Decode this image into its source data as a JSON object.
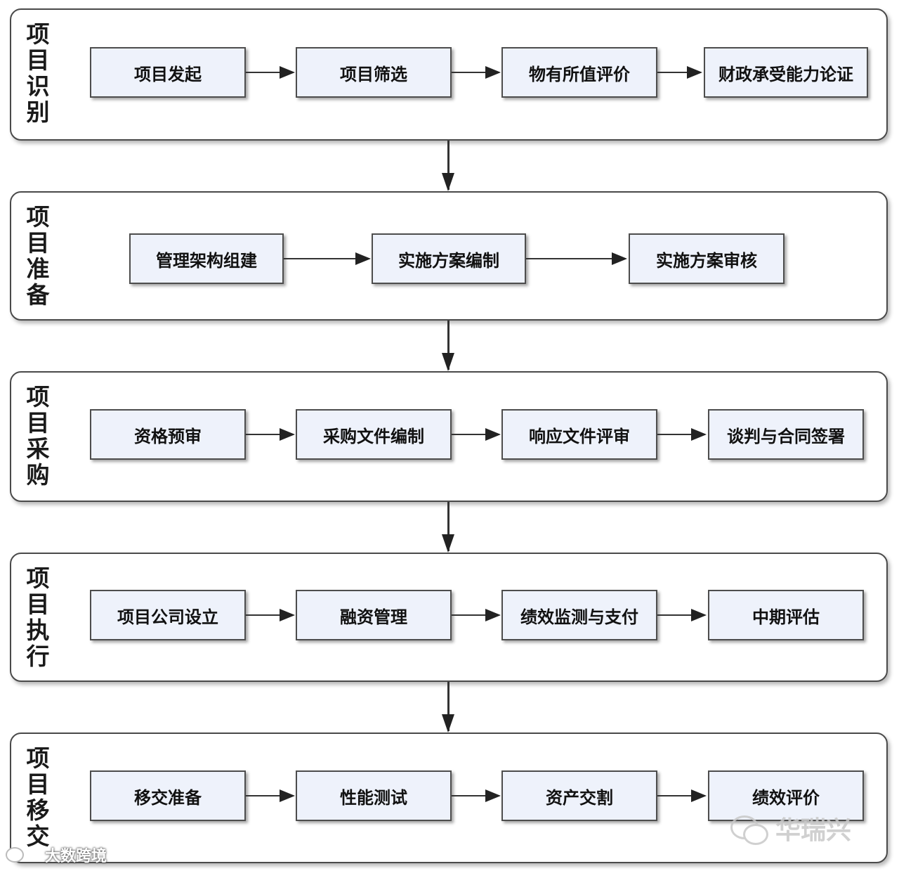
{
  "stages": [
    {
      "label": [
        "项",
        "目",
        "识",
        "别"
      ],
      "steps": [
        "项目发起",
        "项目筛选",
        "物有所值评价",
        "财政承受能力论证"
      ]
    },
    {
      "label": [
        "项",
        "目",
        "准",
        "备"
      ],
      "steps": [
        "管理架构组建",
        "实施方案编制",
        "实施方案审核"
      ]
    },
    {
      "label": [
        "项",
        "目",
        "采",
        "购"
      ],
      "steps": [
        "资格预审",
        "采购文件编制",
        "响应文件评审",
        "谈判与合同签署"
      ]
    },
    {
      "label": [
        "项",
        "目",
        "执",
        "行"
      ],
      "steps": [
        "项目公司设立",
        "融资管理",
        "绩效监测与支付",
        "中期评估"
      ]
    },
    {
      "label": [
        "项",
        "目",
        "移",
        "交"
      ],
      "steps": [
        "移交准备",
        "性能测试",
        "资产交割",
        "绩效评价"
      ]
    }
  ],
  "watermarks": {
    "right": "华瑞兴",
    "left": "大数跨境"
  }
}
